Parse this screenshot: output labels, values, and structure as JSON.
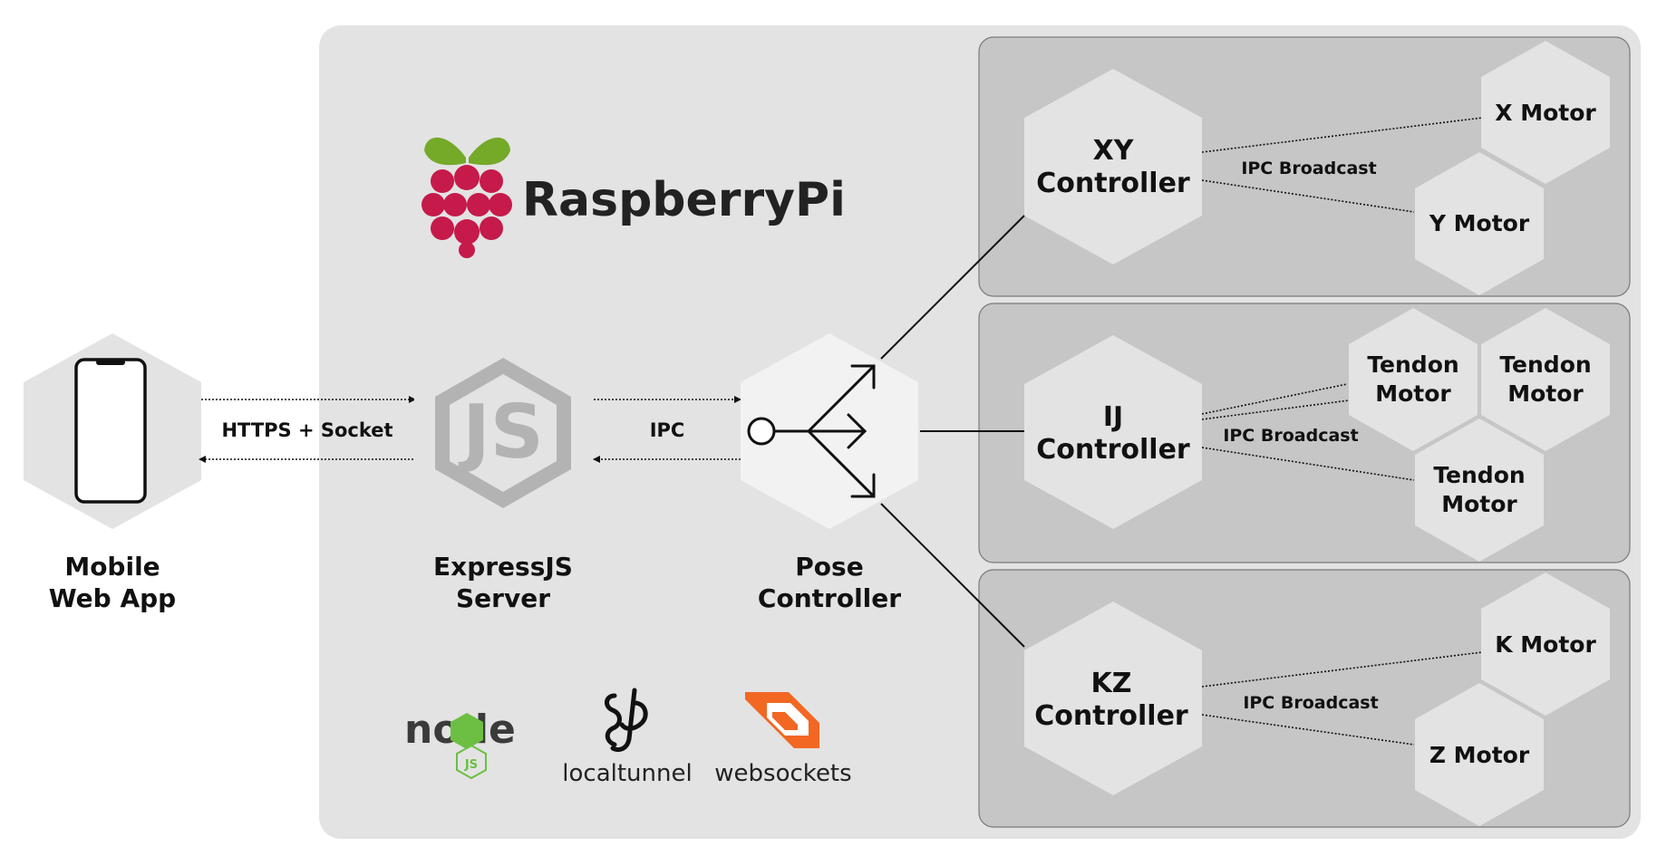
{
  "mobile": {
    "label_line1": "Mobile",
    "label_line2": "Web App"
  },
  "server": {
    "label_line1": "ExpressJS",
    "label_line2": "Server"
  },
  "pose": {
    "label_line1": "Pose",
    "label_line2": "Controller"
  },
  "links": {
    "https_socket": "HTTPS + Socket",
    "ipc": "IPC"
  },
  "raspberry": {
    "brand": "RaspberryPi"
  },
  "tech_logos": {
    "node": "node",
    "node_js": "JS",
    "localtunnel": "localtunnel",
    "websockets": "websockets"
  },
  "groups": [
    {
      "controller_line1": "XY",
      "controller_line2": "Controller",
      "broadcast": "IPC Broadcast",
      "motors": [
        "X Motor",
        "Y Motor"
      ]
    },
    {
      "controller_line1": "IJ",
      "controller_line2": "Controller",
      "broadcast": "IPC Broadcast",
      "motors": [
        "Tendon Motor",
        "Tendon Motor",
        "Tendon Motor"
      ]
    },
    {
      "controller_line1": "KZ",
      "controller_line2": "Controller",
      "broadcast": "IPC Broadcast",
      "motors": [
        "K Motor",
        "Z Motor"
      ]
    }
  ],
  "colors": {
    "pi_bg": "#e3e3e3",
    "group_bg": "#c6c6c6",
    "hex_fill": "#e3e3e3",
    "node_green": "#6cbf43",
    "node_dark": "#3b3b3b",
    "ws_orange": "#f26722",
    "pi_red": "#c51a4a",
    "pi_green": "#75a928"
  }
}
